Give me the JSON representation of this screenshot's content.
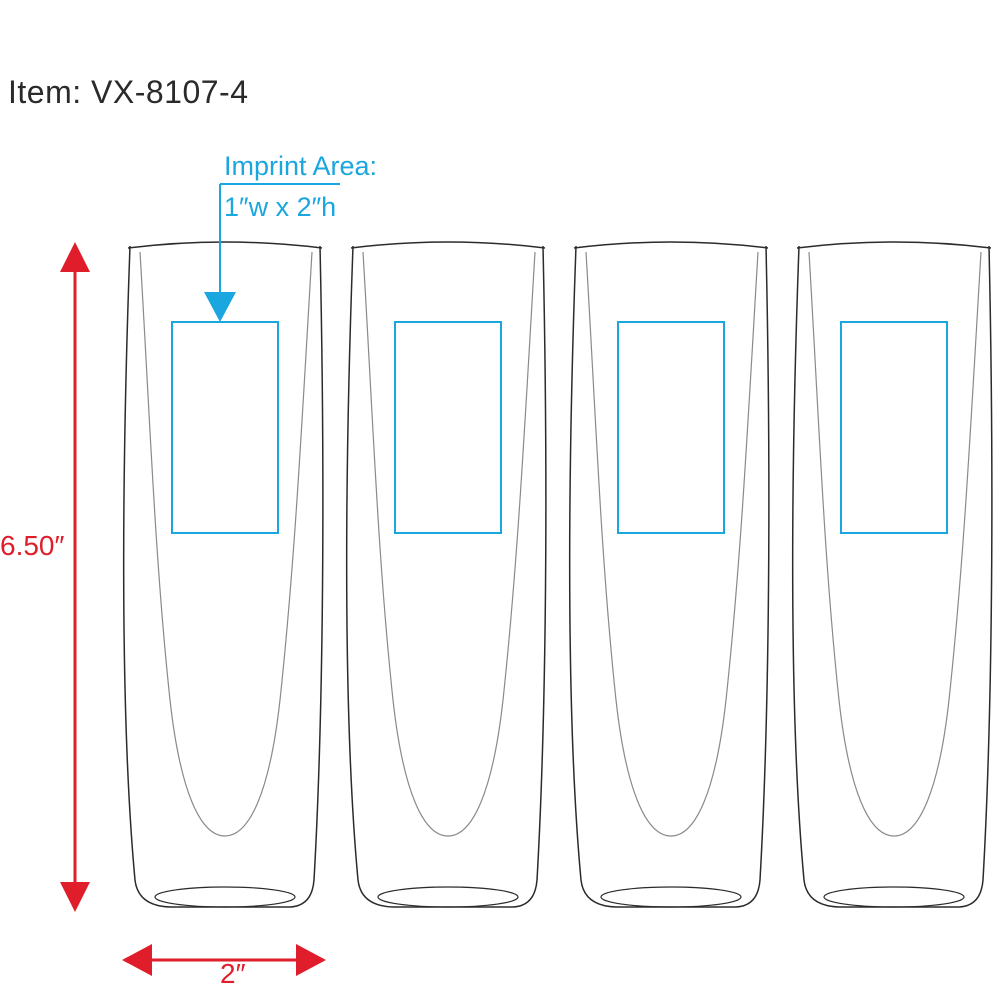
{
  "item": {
    "label": "Item: VX-8107-4"
  },
  "imprint": {
    "title": "Imprint Area:",
    "dimensions": "1″w x 2″h"
  },
  "dimensions": {
    "height": "6.50″",
    "width": "2″"
  },
  "glasses": {
    "count": 4
  },
  "colors": {
    "imprint": "#1aa6de",
    "dimension": "#e01e2b",
    "outline": "#2b2b2b",
    "inner": "#8a8a8a"
  }
}
